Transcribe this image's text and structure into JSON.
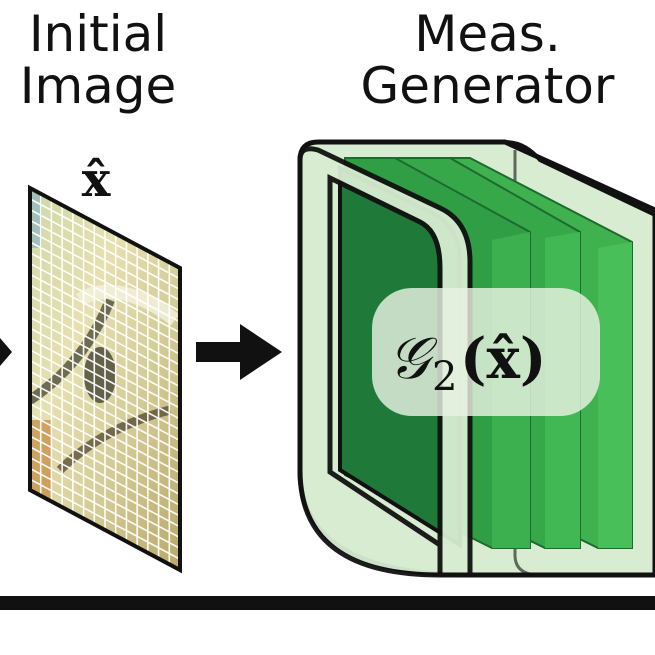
{
  "labels": {
    "initial_line1": "Initial",
    "initial_line2": "Image",
    "meas_line1": "Meas.",
    "meas_line2": "Generator",
    "xhat": "x̂",
    "generator_fn": "𝒢",
    "generator_sub": "2",
    "generator_arg": "(x̂)"
  },
  "colors": {
    "ink": "#111111",
    "box_light": "#d8ecd2",
    "box_outline": "#111111",
    "dark_panel": "#1f7a3a",
    "mid_panel": "#2f9e45",
    "bright_panel": "#3fb24f",
    "badge_fill": "#e8f1e2"
  },
  "icons": {
    "arrow": "right-arrow-icon",
    "image_patch": "image-grid-icon"
  }
}
